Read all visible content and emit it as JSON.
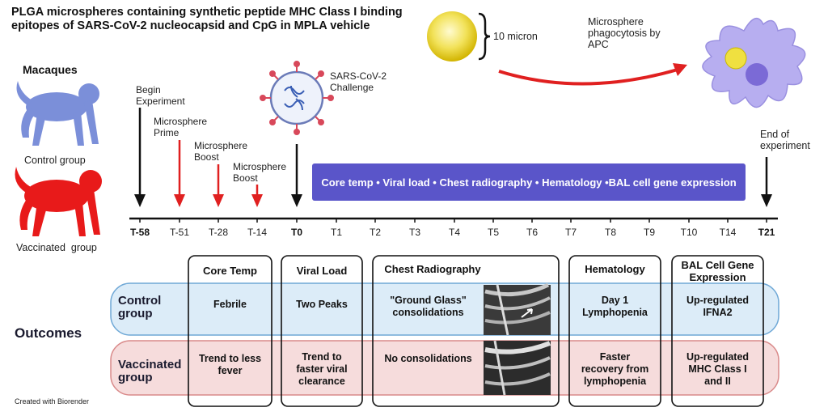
{
  "title_lines": [
    "PLGA microspheres containing synthetic peptide MHC Class I binding",
    "epitopes of SARS-CoV-2 nucleocapsid and CpG in MPLA vehicle"
  ],
  "size_label": "10 micron",
  "phago_label_lines": [
    "Microsphere",
    "phagocytosis by",
    "APC"
  ],
  "macaques_label": "Macaques",
  "control_group_label": "Control group",
  "vaccinated_group_label": "Vaccinated  group",
  "events": {
    "begin_lines": [
      "Begin",
      "Experiment"
    ],
    "prime_lines": [
      "Microsphere",
      "Prime"
    ],
    "boost1_lines": [
      "Microsphere",
      "Boost"
    ],
    "boost2_lines": [
      "Microsphere",
      "Boost"
    ],
    "challenge_lines": [
      "SARS-CoV-2",
      "Challenge"
    ],
    "end_lines": [
      "End of",
      "experiment"
    ]
  },
  "assays_bar": "Core temp • Viral load • Chest radiography • Hematology •BAL cell gene expression",
  "timeline_ticks": [
    "T-58",
    "T-51",
    "T-28",
    "T-14",
    "T0",
    "T1",
    "T2",
    "T3",
    "T4",
    "T5",
    "T6",
    "T7",
    "T8",
    "T9",
    "T10",
    "T14",
    "T21"
  ],
  "outcomes_label": "Outcomes",
  "rows": {
    "control_lines": [
      "Control",
      "group"
    ],
    "vaccinated_lines": [
      "Vaccinated",
      "group"
    ]
  },
  "columns": {
    "core_temp": "Core Temp",
    "viral_load": "Viral Load",
    "chest": "Chest Radiography",
    "hematology": "Hematology",
    "bal_lines": [
      "BAL Cell Gene",
      "Expression"
    ]
  },
  "cells": {
    "control": {
      "core_temp": [
        "Febrile"
      ],
      "viral_load": [
        "Two Peaks"
      ],
      "chest": [
        "\"Ground Glass\"",
        "consolidations"
      ],
      "hematology": [
        "Day 1",
        "Lymphopenia"
      ],
      "bal": [
        "Up-regulated",
        "IFNA2"
      ]
    },
    "vaccinated": {
      "core_temp": [
        "Trend to less",
        "fever"
      ],
      "viral_load": [
        "Trend to",
        "faster viral",
        "clearance"
      ],
      "chest": [
        "No consolidations"
      ],
      "hematology": [
        "Faster",
        "recovery from",
        "lymphopenia"
      ],
      "bal": [
        "Up-regulated",
        "MHC Class I",
        "and II"
      ]
    }
  },
  "credit": "Created with Biorender",
  "colors": {
    "control_monkey": "#7b8fd9",
    "vaccinated_monkey": "#e81a1a",
    "assay_bar": "#5a55c9",
    "control_band": "#dcecf8",
    "control_border": "#6fa8d6",
    "vaccinated_band": "#f6dcdc",
    "vaccinated_border": "#d98a8a",
    "red_arrow": "#e02020",
    "apc_cell": "#b7aef0"
  }
}
